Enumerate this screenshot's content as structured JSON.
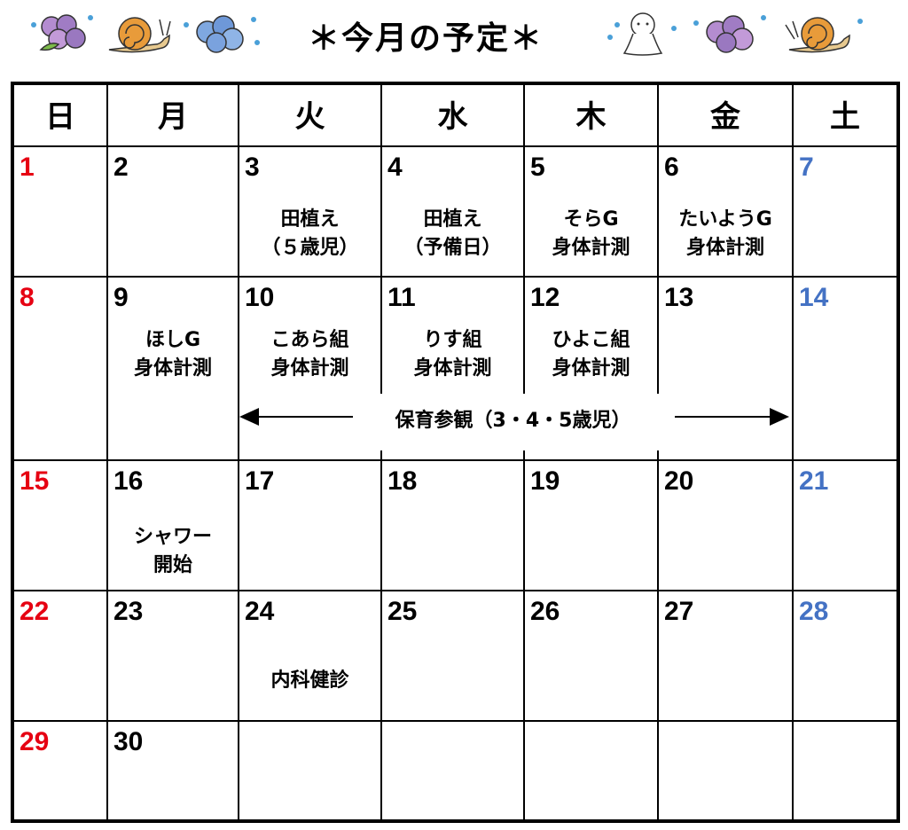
{
  "title": "＊今月の予定＊",
  "weekdays": [
    "日",
    "月",
    "火",
    "水",
    "木",
    "金",
    "土"
  ],
  "decor": [
    "hydrangea-icon",
    "snail-icon",
    "hydrangea-icon",
    "teru-teru-bozu-icon",
    "hydrangea-icon",
    "snail-icon"
  ],
  "colors": {
    "sunday": "#e60012",
    "saturday": "#4472c4",
    "text": "#000000"
  },
  "weeks": [
    [
      "1",
      "2",
      "3",
      "4",
      "5",
      "6",
      "7"
    ],
    [
      "8",
      "9",
      "10",
      "11",
      "12",
      "13",
      "14"
    ],
    [
      "15",
      "16",
      "17",
      "18",
      "19",
      "20",
      "21"
    ],
    [
      "22",
      "23",
      "24",
      "25",
      "26",
      "27",
      "28"
    ],
    [
      "29",
      "30",
      "",
      "",
      "",
      "",
      ""
    ]
  ],
  "events": {
    "d3": "田植え\n（５歳児）",
    "d4": "田植え\n（予備日）",
    "d5": "そらG\n身体計測",
    "d6": "たいようG\n身体計測",
    "d9": "ほしG\n身体計測",
    "d10": "こあら組\n身体計測",
    "d11": "りす組\n身体計測",
    "d12": "ひよこ組\n身体計測",
    "d16": "シャワー\n開始",
    "d24": "内科健診",
    "span": "保育参観（3・4・5歳児）"
  }
}
